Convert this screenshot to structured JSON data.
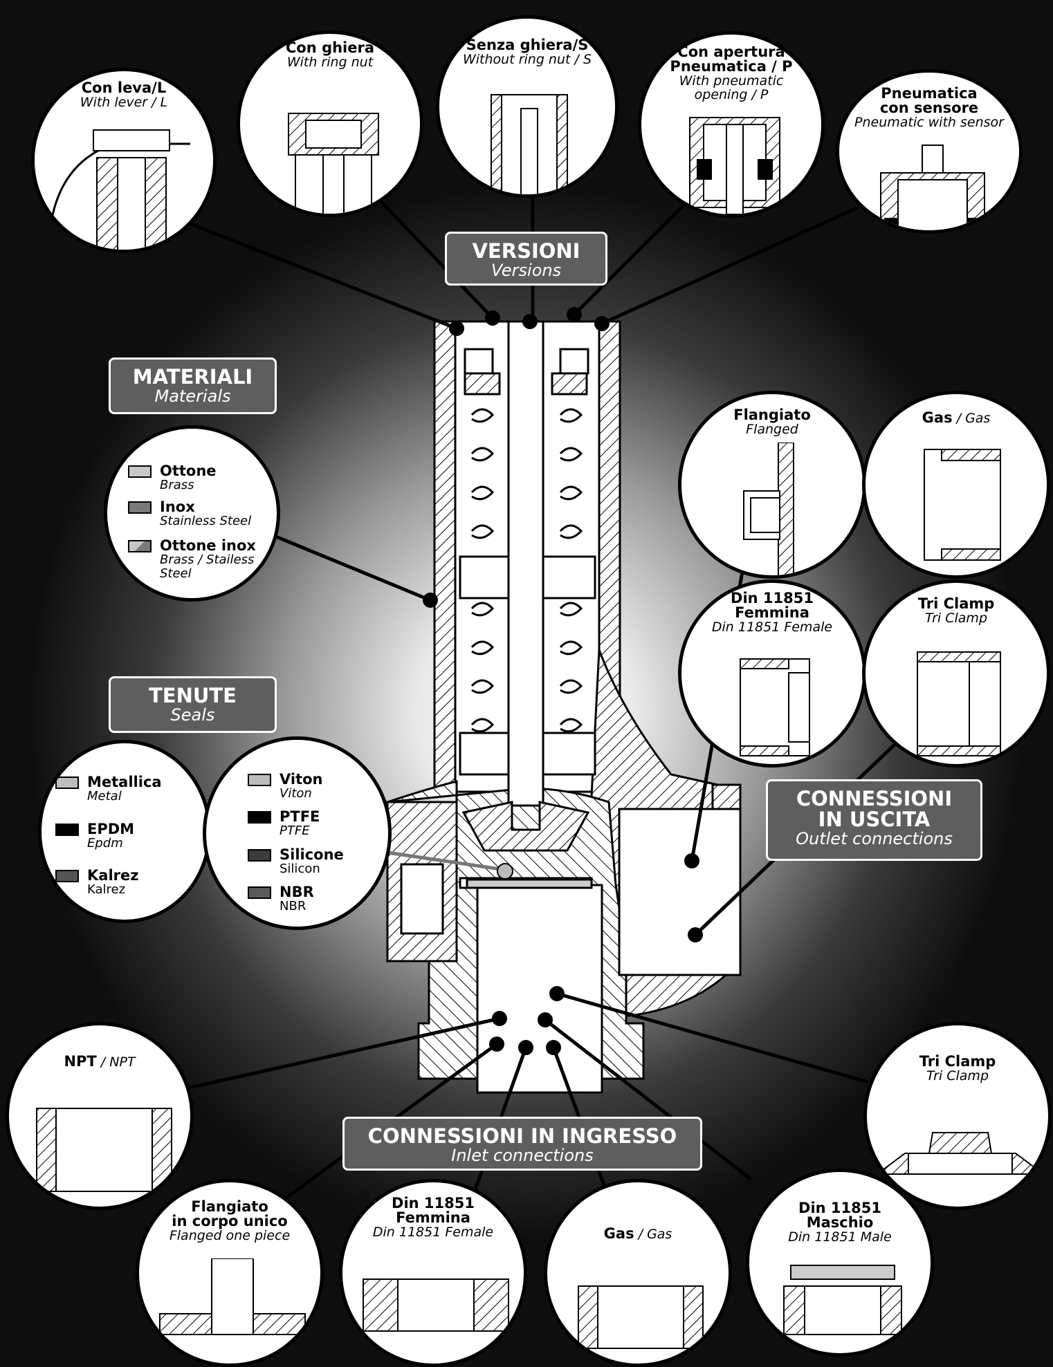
{
  "versions_box": {
    "title": "VERSIONI",
    "subtitle": "Versions"
  },
  "materials_box": {
    "title": "MATERIALI",
    "subtitle": "Materials"
  },
  "seals_box": {
    "title": "TENUTE",
    "subtitle": "Seals"
  },
  "outlet_box": {
    "title1": "CONNESSIONI",
    "title2": "IN USCITA",
    "subtitle": "Outlet connections"
  },
  "inlet_box": {
    "title": "CONNESSIONI IN INGRESSO",
    "subtitle": "Inlet connections"
  },
  "versions": [
    {
      "title": "Con leva/L",
      "subtitle": "With lever / L"
    },
    {
      "title": "Con ghiera",
      "subtitle": "With ring nut"
    },
    {
      "title": "Senza ghiera/S",
      "subtitle": "Without ring nut / S"
    },
    {
      "title1": "Con apertura",
      "title2": "Pneumatica / P",
      "sub1": "With pneumatic",
      "sub2": "opening / P"
    },
    {
      "title1": "Pneumatica",
      "title2": "con sensore",
      "subtitle": "Pneumatic with sensor"
    }
  ],
  "materials": [
    {
      "name": "Ottone",
      "desc": "Brass",
      "color": "#c8c8c8"
    },
    {
      "name": "Inox",
      "desc": "Stainless Steel",
      "color": "#7a7a7a"
    },
    {
      "name": "Ottone inox",
      "desc1": "Brass / Stailess",
      "desc2": "Steel",
      "color": "#9a9a9a"
    }
  ],
  "seals_left": [
    {
      "name": "Metallica",
      "desc": "Metal",
      "color": "#bdbdbd"
    },
    {
      "name": "EPDM",
      "desc": "Epdm",
      "color": "#000000"
    },
    {
      "name": "Kalrez",
      "desc": "Kalrez",
      "color": "#555555"
    }
  ],
  "seals_right": [
    {
      "name": "Viton",
      "desc": "Viton",
      "color": "#bdbdbd"
    },
    {
      "name": "PTFE",
      "desc": "PTFE",
      "color": "#000000"
    },
    {
      "name": "Silicone",
      "desc": "Silicon",
      "color": "#3c3c3c"
    },
    {
      "name": "NBR",
      "desc": "NBR",
      "color": "#5a5a5a"
    }
  ],
  "outlet": [
    {
      "title": "Flangiato",
      "subtitle": "Flanged"
    },
    {
      "title": "Gas",
      "sep": " / ",
      "subtitle": "Gas"
    },
    {
      "title1": "Din 11851",
      "title2": "Femmina",
      "subtitle": "Din 11851 Female"
    },
    {
      "title": "Tri Clamp",
      "subtitle": "Tri Clamp"
    }
  ],
  "inlet": [
    {
      "title": "NPT",
      "sep": " / ",
      "subtitle": "NPT"
    },
    {
      "title1": "Flangiato",
      "title2": "in corpo unico",
      "subtitle": "Flanged one piece"
    },
    {
      "title1": "Din 11851",
      "title2": "Femmina",
      "subtitle": "Din 11851 Female"
    },
    {
      "title": "Gas",
      "sep": " / ",
      "subtitle": "Gas"
    },
    {
      "title1": "Din 11851",
      "title2": "Maschio",
      "subtitle": "Din 11851 Male"
    },
    {
      "title": "Tri Clamp",
      "subtitle": "Tri Clamp"
    }
  ]
}
